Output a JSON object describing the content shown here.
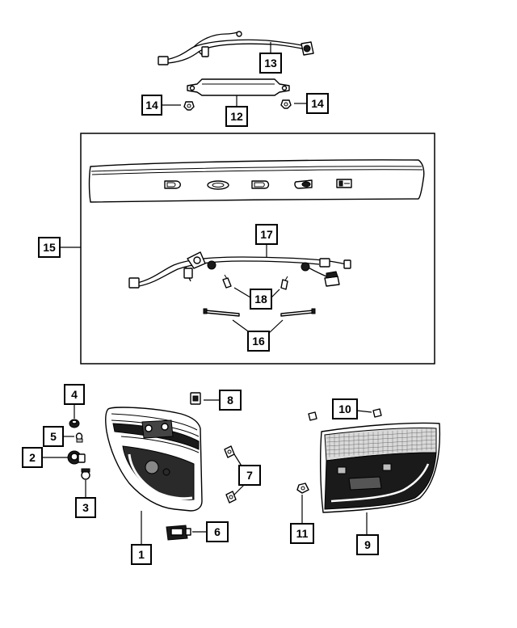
{
  "callouts": {
    "c1": "1",
    "c2": "2",
    "c3": "3",
    "c4": "4",
    "c5": "5",
    "c6": "6",
    "c7": "7",
    "c8": "8",
    "c9": "9",
    "c10": "10",
    "c11": "11",
    "c12": "12",
    "c13": "13",
    "c14a": "14",
    "c14b": "14",
    "c15": "15",
    "c16": "16",
    "c17": "17",
    "c18": "18"
  },
  "colors": {
    "line": "#000000",
    "background": "#ffffff",
    "shade": "#1a1a1a"
  }
}
